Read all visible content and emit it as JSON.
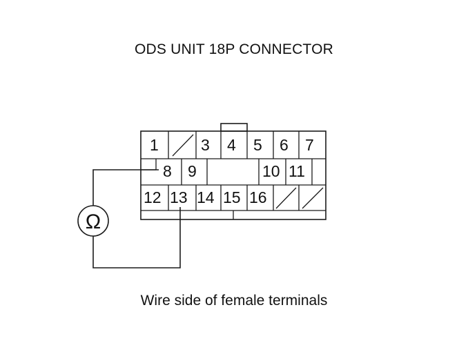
{
  "diagram": {
    "title": "ODS UNIT 18P CONNECTOR",
    "caption": "Wire side of female terminals",
    "meter_symbol": "Ω",
    "terminals": {
      "t1": "1",
      "t3": "3",
      "t4": "4",
      "t5": "5",
      "t6": "6",
      "t7": "7",
      "t8": "8",
      "t9": "9",
      "t10": "10",
      "t11": "11",
      "t12": "12",
      "t13": "13",
      "t14": "14",
      "t15": "15",
      "t16": "16"
    }
  }
}
